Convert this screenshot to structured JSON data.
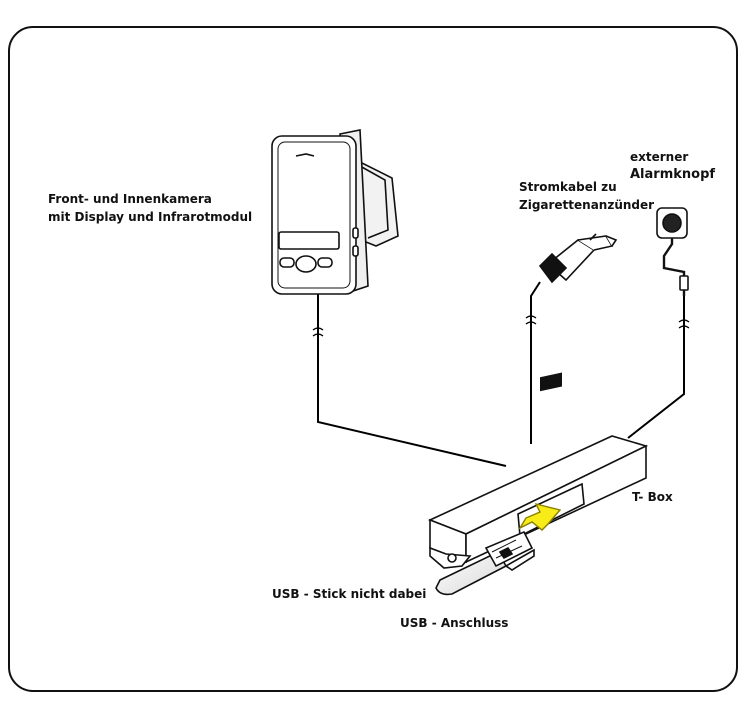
{
  "colors": {
    "frame": "#111111",
    "line": "#000000",
    "arrow_fill": "#f7ec18",
    "arrow_stroke": "#8a7f00",
    "background": "#ffffff"
  },
  "labels": {
    "camera": [
      "Front- und Innenkamera",
      "mit Display und Infrarotmodul"
    ],
    "power_cable": [
      "Stromkabel zu",
      "Zigarettenanzünder"
    ],
    "alarm_button": [
      "externer",
      "Alarmknopf"
    ],
    "tbox": "T- Box",
    "usb_stick": "USB - Stick nicht dabei",
    "usb_port": "USB - Anschluss"
  },
  "icons": [
    "dashcam-icon",
    "car-charger-plug-icon",
    "alarm-button-icon",
    "tbox-icon",
    "usb-stick-icon",
    "insert-arrow-icon"
  ]
}
